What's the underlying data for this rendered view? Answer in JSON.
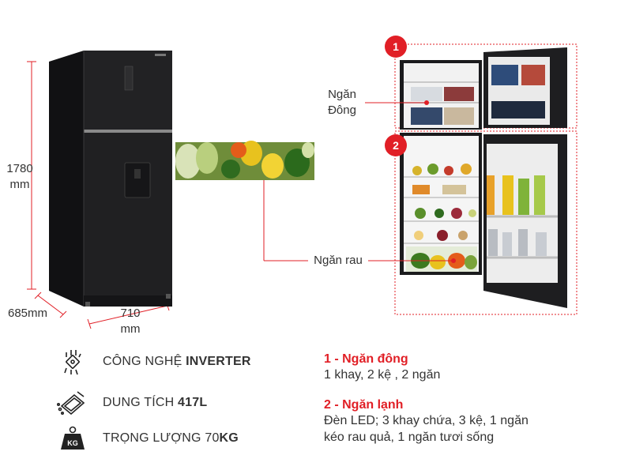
{
  "dimensions": {
    "height": "1780",
    "height_unit": "mm",
    "depth": "685mm",
    "width": "710",
    "width_unit": "mm"
  },
  "callouts": {
    "freezer_line1": "Ngăn",
    "freezer_line2": "Đông",
    "crisper": "Ngăn rau"
  },
  "badges": {
    "one": "1",
    "two": "2"
  },
  "features": [
    {
      "icon": "inverter-chip-icon",
      "prefix": "CÔNG NGHỆ ",
      "bold": "INVERTER"
    },
    {
      "icon": "capacity-icon",
      "prefix": "DUNG TÍCH ",
      "bold": "417L"
    },
    {
      "icon": "weight-kg-icon",
      "prefix": "TRỌNG LƯỢNG 70",
      "bold": "KG",
      "icon_text": "KG"
    }
  ],
  "sections": [
    {
      "title": "1 - Ngăn đông",
      "desc": "1 khay, 2 kệ , 2 ngăn"
    },
    {
      "title": "2 - Ngăn lạnh",
      "desc_line1": "Đèn LED; 3 khay chứa, 3 kệ, 1 ngăn",
      "desc_line2": "kéo rau quả, 1 ngăn tươi sống"
    }
  ],
  "colors": {
    "accent": "#e11f26",
    "fridge_body": "#1c1c1e"
  }
}
